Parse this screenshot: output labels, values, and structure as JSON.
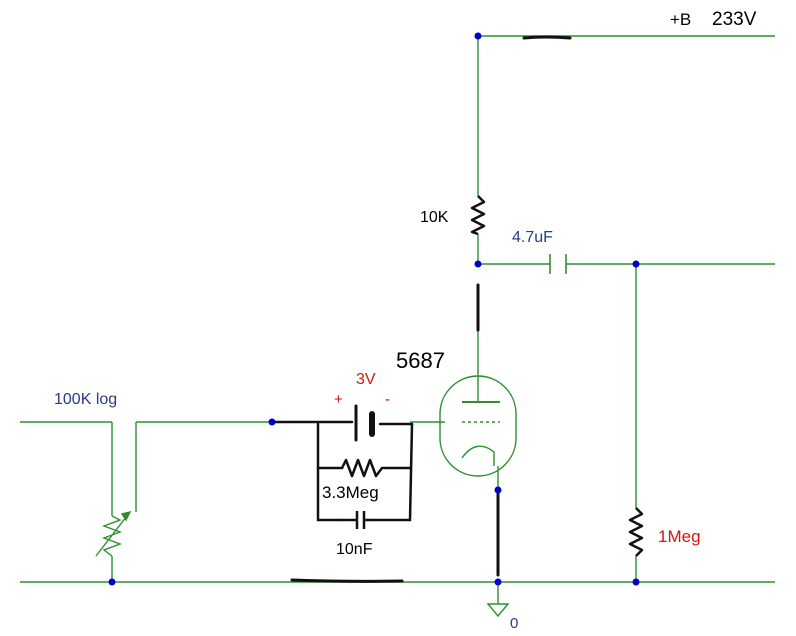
{
  "labels": {
    "supply_prefix": "+B",
    "supply_voltage": "233V",
    "plate_resistor": "10K",
    "coupling_cap": "4.7uF",
    "tube": "5687",
    "bias_voltage": "3V",
    "bias_plus": "+",
    "bias_minus": "-",
    "input_pot": "100K log",
    "grid_resistor": "3.3Meg",
    "grid_cap": "10nF",
    "output_resistor": "1Meg",
    "ground_node": "0"
  },
  "colors": {
    "wire": "#2f8f2f",
    "node": "#0000cc",
    "hand_drawn": "#111111",
    "red_label": "#dd1111",
    "blue_label": "#2a3a8a",
    "black_label": "#000000"
  }
}
